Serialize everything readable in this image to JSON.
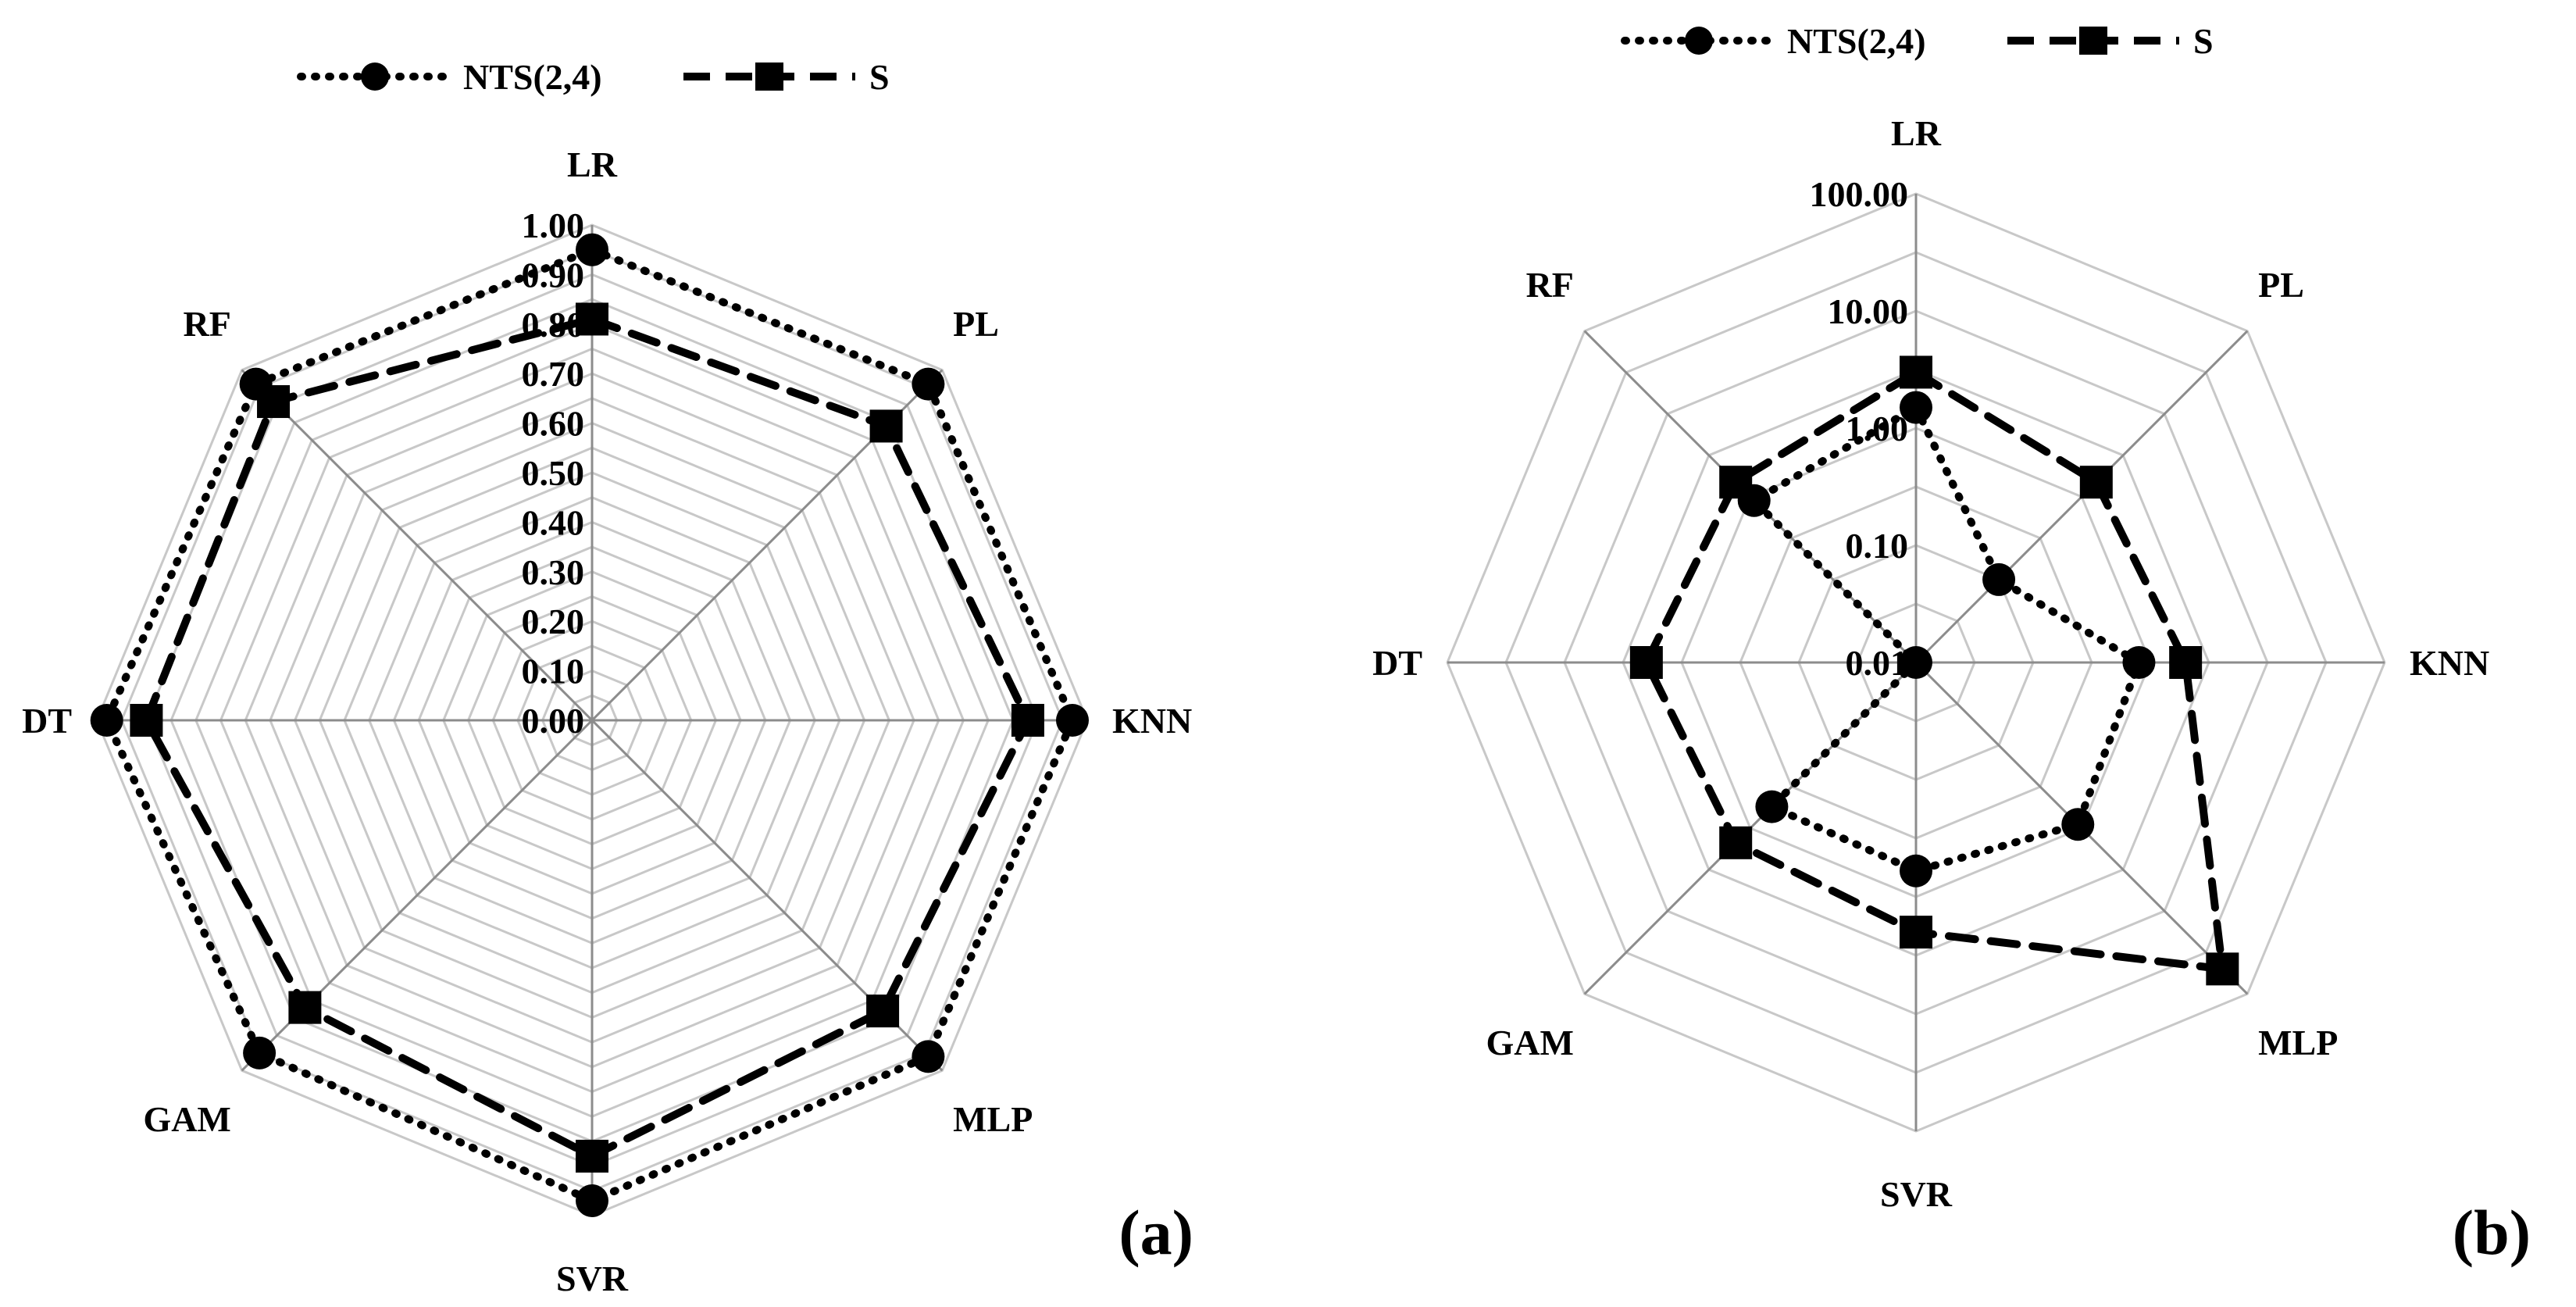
{
  "chart_data": [
    {
      "type": "radar",
      "panel_label": "(a)",
      "scale": "linear",
      "categories": [
        "LR",
        "PL",
        "KNN",
        "MLP",
        "SVR",
        "GAM",
        "DT",
        "RF"
      ],
      "ticks": [
        "0.00",
        "0.10",
        "0.20",
        "0.30",
        "0.40",
        "0.50",
        "0.60",
        "0.70",
        "0.80",
        "0.90",
        "1.00"
      ],
      "rlim": [
        0,
        1
      ],
      "grid": true,
      "legend_position": "top",
      "series": [
        {
          "name": "NTS(2,4)",
          "marker": "circle",
          "line": "dotted",
          "values": [
            0.95,
            0.96,
            0.97,
            0.96,
            0.97,
            0.95,
            0.98,
            0.96
          ]
        },
        {
          "name": "S",
          "marker": "square",
          "line": "dashed",
          "values": [
            0.81,
            0.84,
            0.88,
            0.83,
            0.88,
            0.82,
            0.9,
            0.91
          ]
        }
      ]
    },
    {
      "type": "radar",
      "panel_label": "(b)",
      "scale": "log",
      "categories": [
        "LR",
        "PL",
        "KNN",
        "MLP",
        "SVR",
        "GAM",
        "DT",
        "RF"
      ],
      "ticks": [
        "0.01",
        "0.10",
        "1.00",
        "10.00",
        "100.00"
      ],
      "rlim": [
        0.01,
        100
      ],
      "grid": true,
      "legend_position": "top",
      "series": [
        {
          "name": "NTS(2,4)",
          "marker": "circle",
          "line": "dotted",
          "values": [
            1.5,
            0.1,
            0.8,
            0.9,
            0.6,
            0.55,
            0.01,
            0.9
          ]
        },
        {
          "name": "S",
          "marker": "square",
          "line": "dashed",
          "values": [
            3.0,
            1.5,
            2.0,
            50.0,
            2.0,
            1.5,
            2.0,
            1.5
          ]
        }
      ]
    }
  ],
  "legend": {
    "series1_label": "NTS(2,4)",
    "series2_label": "S"
  },
  "colors": {
    "grid_light": "#c8c8c8",
    "grid_axis": "#8c8c8c",
    "series": "#000000"
  }
}
